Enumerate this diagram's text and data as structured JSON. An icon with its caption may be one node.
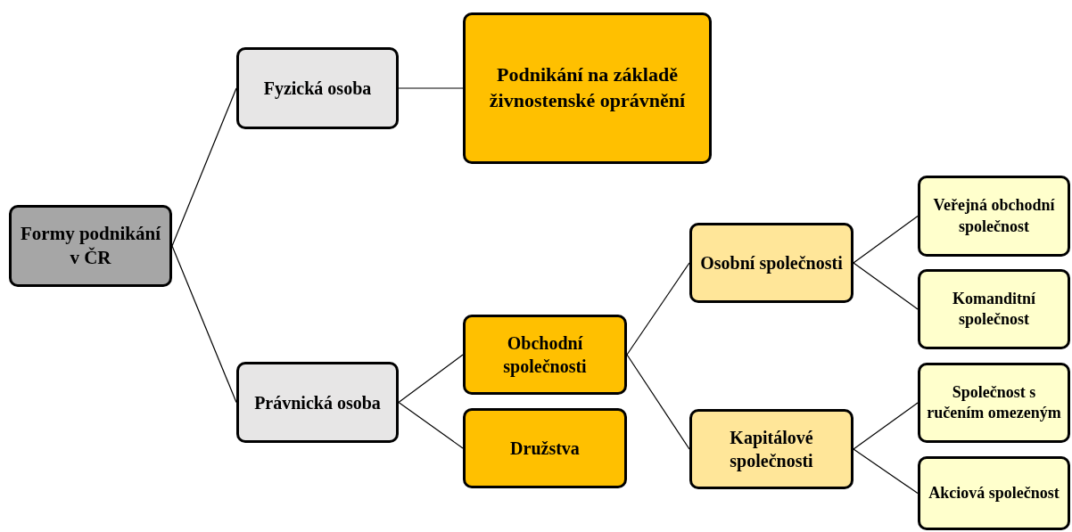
{
  "diagram": {
    "nodes": [
      {
        "text": [
          "Formy podnikání v ČR"
        ]
      },
      {
        "text": [
          "Fyzická osoba"
        ]
      },
      {
        "text": [
          "Podnikání na základě živnostenské oprávnění"
        ]
      },
      {
        "text": [
          "Právnická osoba"
        ]
      },
      {
        "text": [
          "Obchodní společnosti"
        ]
      },
      {
        "text": [
          "Družstva"
        ]
      },
      {
        "text": [
          "Osobní společnosti"
        ]
      },
      {
        "text": [
          "Kapitálové společnosti"
        ]
      },
      {
        "text": [
          "Veřejná obchodní společnost"
        ]
      },
      {
        "text": [
          "Komanditní společnost"
        ]
      },
      {
        "text": [
          "Společnost s ručením omezeným"
        ]
      },
      {
        "text": [
          "Akciová společnost"
        ]
      }
    ],
    "edges": [
      {
        "from": 0,
        "to": 1,
        "arrow": "none"
      },
      {
        "from": 0,
        "to": 3,
        "arrow": "none"
      },
      {
        "from": 1,
        "to": 2,
        "arrow": "none"
      },
      {
        "from": 3,
        "to": 4,
        "arrow": "none"
      },
      {
        "from": 3,
        "to": 5,
        "arrow": "none"
      },
      {
        "from": 4,
        "to": 6,
        "arrow": "none"
      },
      {
        "from": 4,
        "to": 7,
        "arrow": "none"
      },
      {
        "from": 6,
        "to": 8,
        "arrow": "none"
      },
      {
        "from": 6,
        "to": 9,
        "arrow": "none"
      },
      {
        "from": 7,
        "to": 10,
        "arrow": "none"
      },
      {
        "from": 7,
        "to": 11,
        "arrow": "none"
      }
    ]
  }
}
